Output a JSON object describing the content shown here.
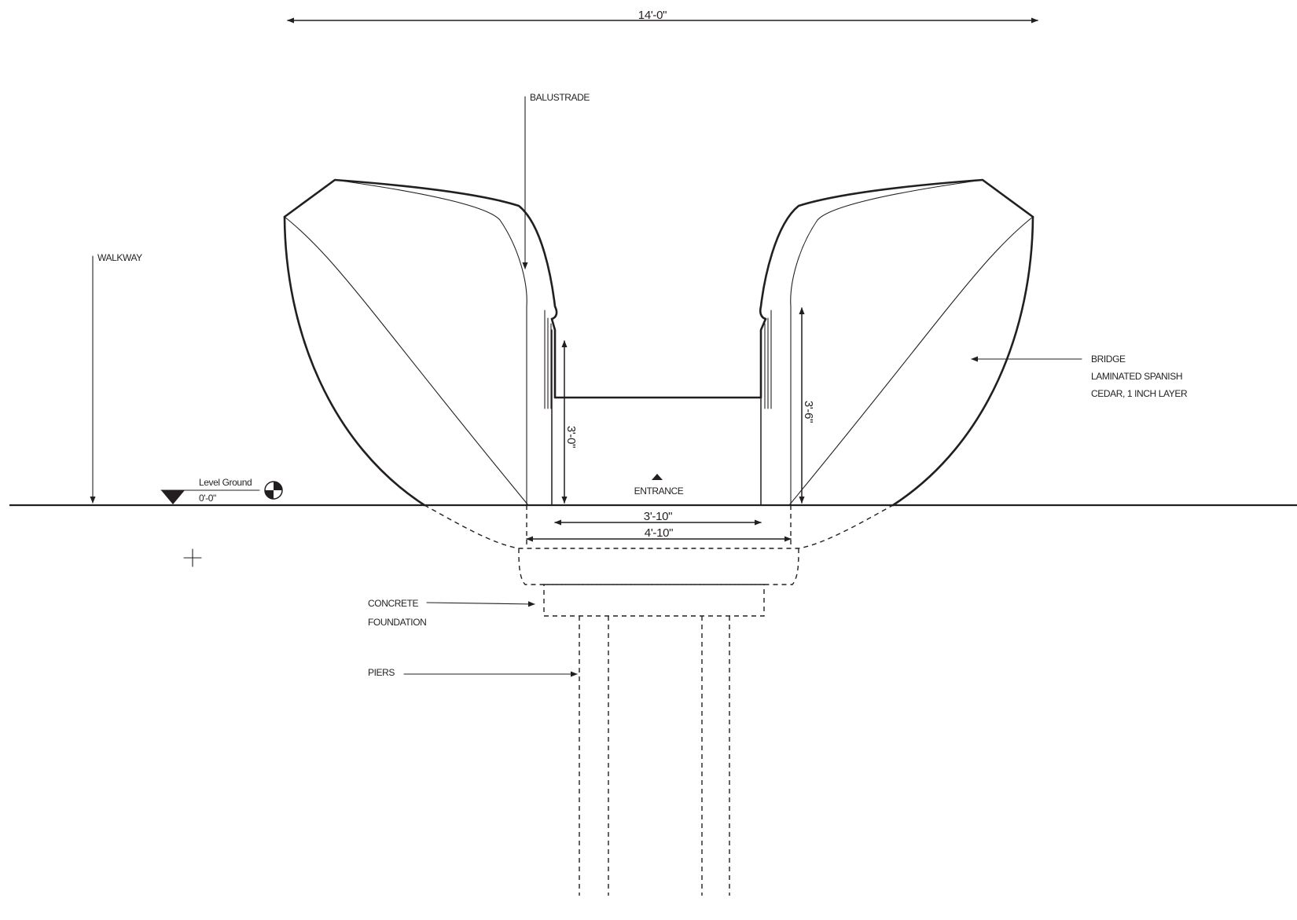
{
  "dimensions": {
    "overall_width": "14'-0\"",
    "balustrade_height": "3'-0\"",
    "side_height": "3'-6\"",
    "inner_width": "3'-10\"",
    "outer_width": "4'-10\""
  },
  "labels": {
    "balustrade": "BALUSTRADE",
    "walkway": "WALKWAY",
    "level_ground": "Level Ground",
    "level_value": "0'-0\"",
    "entrance": "ENTRANCE",
    "bridge_line1": "BRIDGE",
    "bridge_line2": "LAMINATED SPANISH",
    "bridge_line3": "CEDAR, 1 INCH LAYER",
    "concrete_line1": "CONCRETE",
    "concrete_line2": "FOUNDATION",
    "piers": "PIERS"
  },
  "colors": {
    "ink": "#231f20",
    "background": "#ffffff"
  }
}
